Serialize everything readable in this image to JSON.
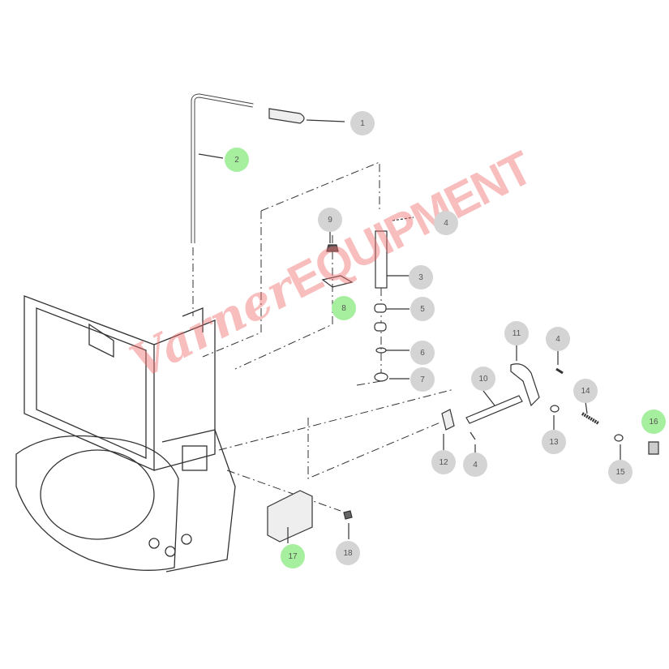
{
  "diagram": {
    "callouts": [
      {
        "label": "1",
        "highlighted": false
      },
      {
        "label": "2",
        "highlighted": true
      },
      {
        "label": "3",
        "highlighted": false
      },
      {
        "label": "4",
        "highlighted": false
      },
      {
        "label": "5",
        "highlighted": false
      },
      {
        "label": "6",
        "highlighted": false
      },
      {
        "label": "7",
        "highlighted": false
      },
      {
        "label": "8",
        "highlighted": true
      },
      {
        "label": "9",
        "highlighted": false
      },
      {
        "label": "10",
        "highlighted": false
      },
      {
        "label": "11",
        "highlighted": false
      },
      {
        "label": "4",
        "highlighted": false
      },
      {
        "label": "12",
        "highlighted": false
      },
      {
        "label": "4",
        "highlighted": false
      },
      {
        "label": "13",
        "highlighted": false
      },
      {
        "label": "14",
        "highlighted": false
      },
      {
        "label": "15",
        "highlighted": false
      },
      {
        "label": "16",
        "highlighted": true
      },
      {
        "label": "17",
        "highlighted": true
      },
      {
        "label": "18",
        "highlighted": false
      }
    ],
    "colors": {
      "callout": "#d4d4d4",
      "highlight": "#a6ef9e",
      "watermark": "#f06e6e",
      "line": "#333333"
    }
  },
  "watermark": {
    "script": "Varner",
    "block": "EQUIPMENT"
  }
}
